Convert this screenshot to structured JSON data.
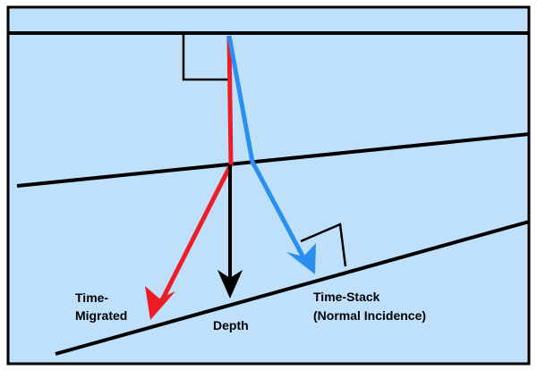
{
  "colors": {
    "background": "#bfe0fb",
    "border": "#000000",
    "time_migrated_ray": "#ee1c24",
    "depth_ray": "#000000",
    "time_stack_ray": "#2b8ff0"
  },
  "labels": {
    "time_migrated_line1": "Time-",
    "time_migrated_line2": "Migrated",
    "depth": "Depth",
    "time_stack_line1": "Time-Stack",
    "time_stack_line2": "(Normal Incidence)"
  }
}
